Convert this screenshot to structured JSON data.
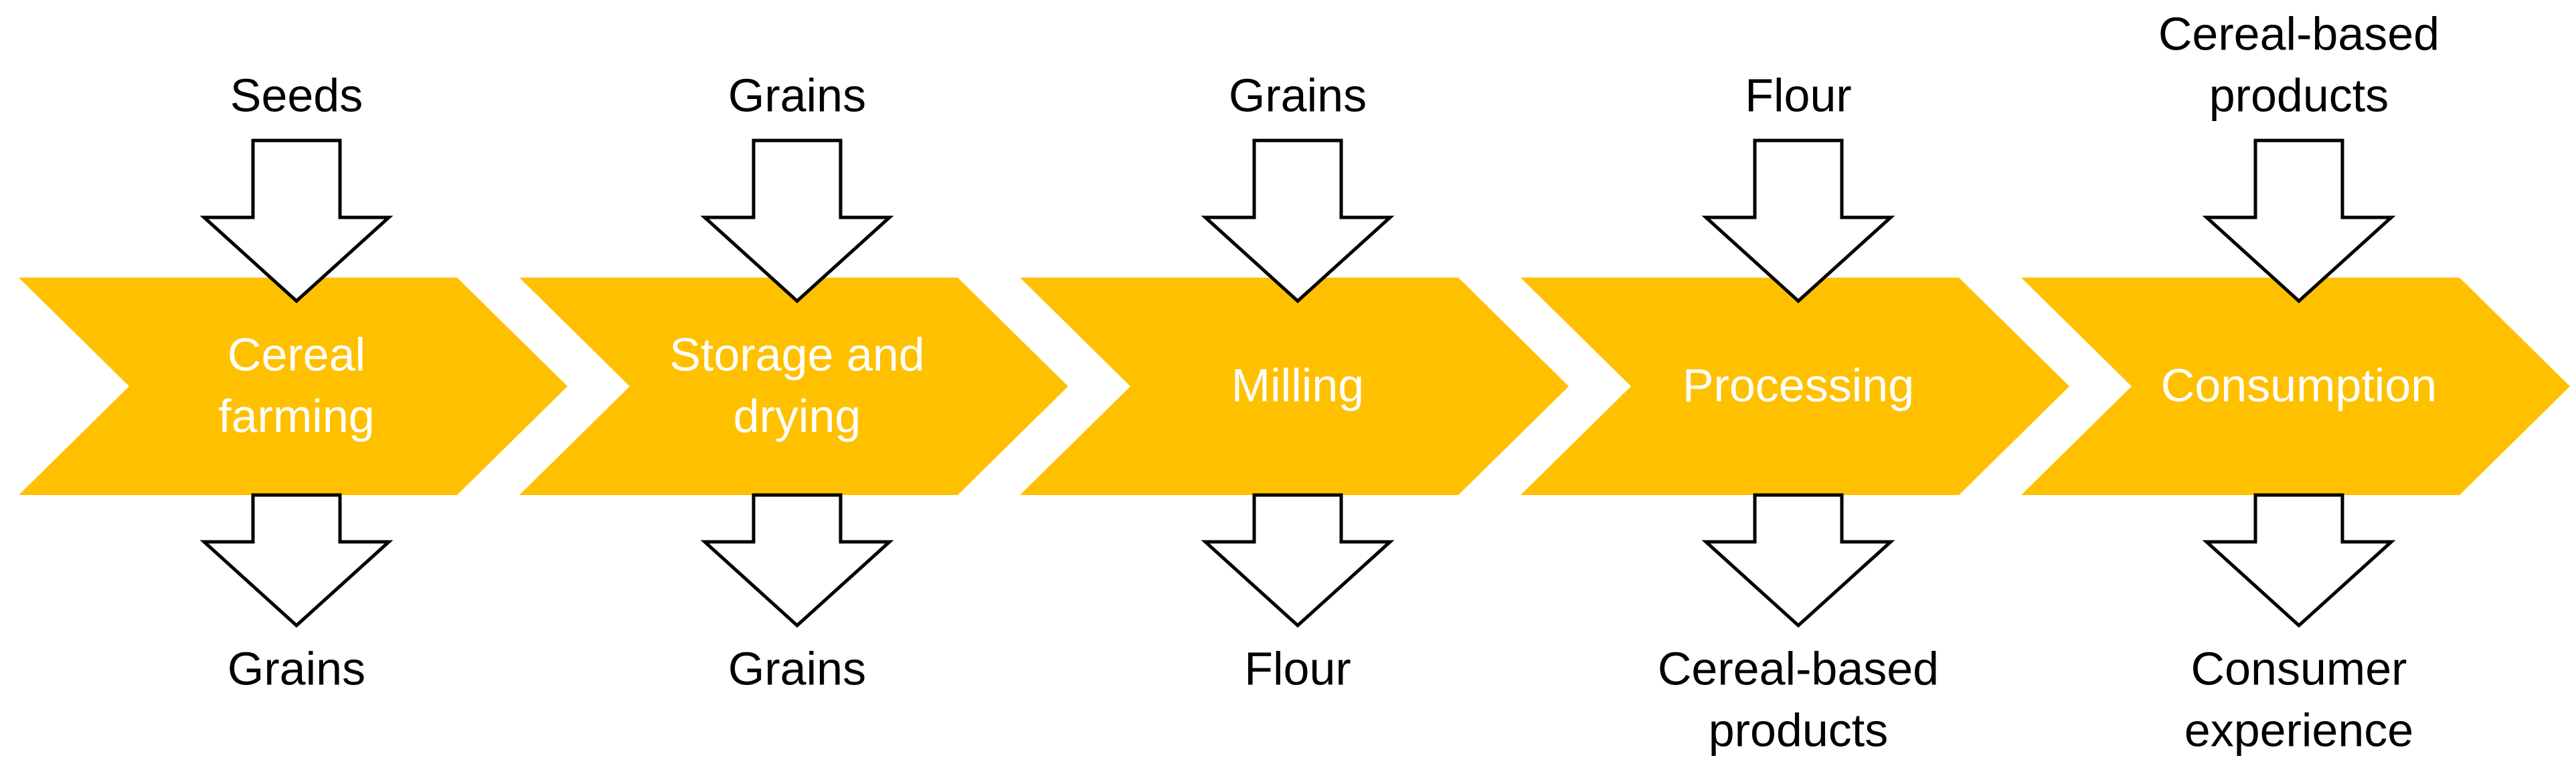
{
  "colors": {
    "chevron_fill": "#FFC000",
    "stage_text": "#FFFFFF",
    "io_text": "#000000",
    "arrow_stroke": "#000000",
    "arrow_fill": "#FFFFFF"
  },
  "stages": [
    {
      "name": [
        "Cereal",
        "farming"
      ],
      "input": [
        "Seeds"
      ],
      "output": [
        "Grains"
      ]
    },
    {
      "name": [
        "Storage and",
        "drying"
      ],
      "input": [
        "Grains"
      ],
      "output": [
        "Grains"
      ]
    },
    {
      "name": [
        "Milling"
      ],
      "input": [
        "Grains"
      ],
      "output": [
        "Flour"
      ]
    },
    {
      "name": [
        "Processing"
      ],
      "input": [
        "Flour"
      ],
      "output": [
        "Cereal-based",
        "products"
      ]
    },
    {
      "name": [
        "Consumption"
      ],
      "input": [
        "Cereal-based",
        "products"
      ],
      "output": [
        "Consumer",
        "experience"
      ]
    }
  ]
}
